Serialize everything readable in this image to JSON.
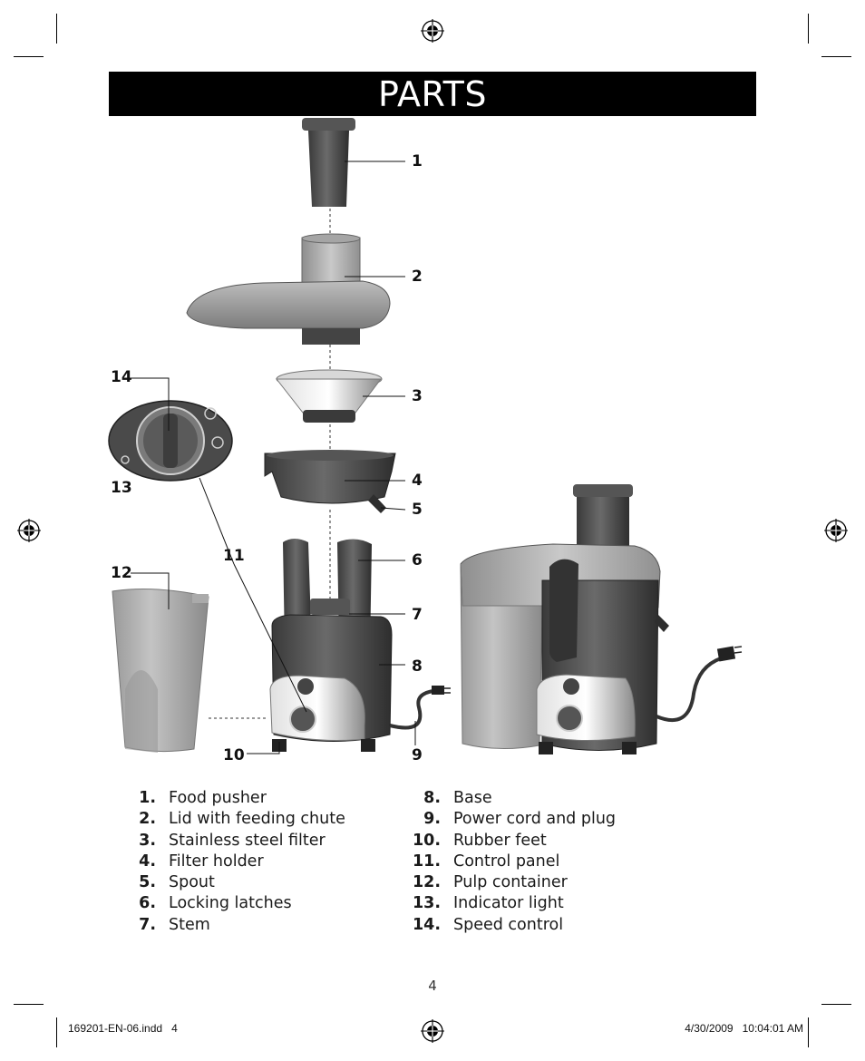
{
  "title": "PARTS",
  "callouts": [
    "1",
    "2",
    "3",
    "4",
    "5",
    "6",
    "7",
    "8",
    "9",
    "10",
    "11",
    "12",
    "13",
    "14"
  ],
  "parts_left": [
    {
      "num": "1.",
      "name": "Food pusher"
    },
    {
      "num": "2.",
      "name": "Lid with feeding chute"
    },
    {
      "num": "3.",
      "name": "Stainless steel filter"
    },
    {
      "num": "4.",
      "name": "Filter holder"
    },
    {
      "num": "5.",
      "name": "Spout"
    },
    {
      "num": "6.",
      "name": "Locking latches"
    },
    {
      "num": "7.",
      "name": "Stem"
    }
  ],
  "parts_right": [
    {
      "num": "8.",
      "name": "Base"
    },
    {
      "num": "9.",
      "name": "Power cord and plug"
    },
    {
      "num": "10.",
      "name": "Rubber feet"
    },
    {
      "num": "11.",
      "name": "Control panel"
    },
    {
      "num": "12.",
      "name": "Pulp container"
    },
    {
      "num": "13.",
      "name": "Indicator light"
    },
    {
      "num": "14.",
      "name": "Speed control"
    }
  ],
  "page_number": "4",
  "footer": {
    "file": "169201-EN-06.indd   4",
    "date": "4/30/2009   10:04:01 AM"
  },
  "colors": {
    "title_bar": "#000000",
    "title_text": "#ffffff",
    "appliance_dark": "#4a4a4a",
    "appliance_mid": "#8a8a8a",
    "appliance_light": "#c8c8c8"
  },
  "icons": [
    "registration-mark-icon"
  ]
}
